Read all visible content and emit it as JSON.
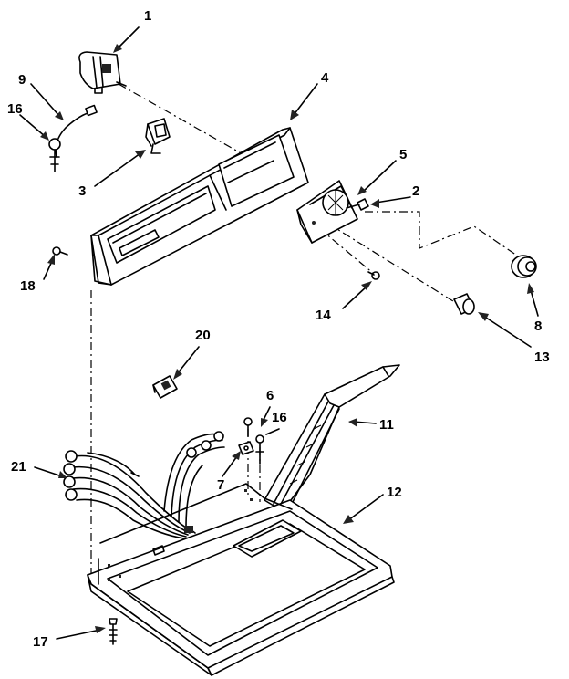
{
  "callouts": [
    {
      "id": "1",
      "text": "1"
    },
    {
      "id": "2",
      "text": "2"
    },
    {
      "id": "3",
      "text": "3"
    },
    {
      "id": "4",
      "text": "4"
    },
    {
      "id": "5",
      "text": "5"
    },
    {
      "id": "6",
      "text": "6"
    },
    {
      "id": "7",
      "text": "7"
    },
    {
      "id": "8",
      "text": "8"
    },
    {
      "id": "9",
      "text": "9"
    },
    {
      "id": "11",
      "text": "11"
    },
    {
      "id": "12",
      "text": "12"
    },
    {
      "id": "13",
      "text": "13"
    },
    {
      "id": "14",
      "text": "14"
    },
    {
      "id": "16a",
      "text": "16"
    },
    {
      "id": "16b",
      "text": "16"
    },
    {
      "id": "17",
      "text": "17"
    },
    {
      "id": "18",
      "text": "18"
    },
    {
      "id": "20",
      "text": "20"
    },
    {
      "id": "21",
      "text": "21"
    }
  ]
}
